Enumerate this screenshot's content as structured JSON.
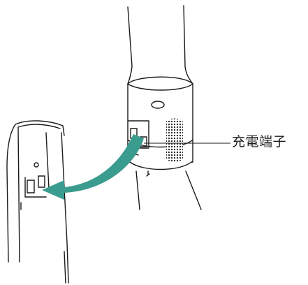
{
  "callout": {
    "label": "充電端子"
  },
  "colors": {
    "arrow": "#3a9c8e",
    "line": "#1a1a1a",
    "background": "#ffffff"
  },
  "icons": {
    "stand": "charging-stand",
    "handle": "vacuum-handle-pipe",
    "arrow": "curved-arrow"
  }
}
